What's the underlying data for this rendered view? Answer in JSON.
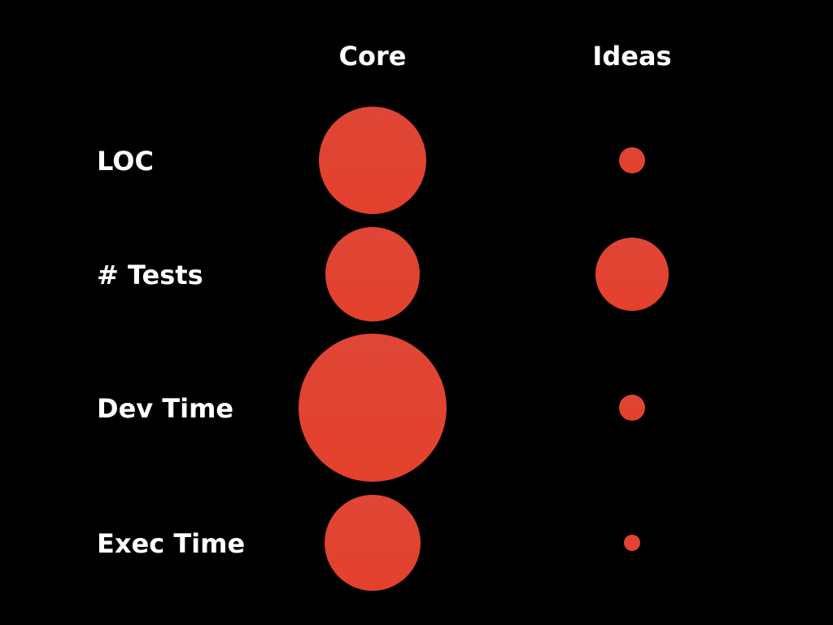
{
  "chart_data": {
    "type": "bubble-matrix",
    "columns": [
      "Core",
      "Ideas"
    ],
    "rows": [
      "LOC",
      "# Tests",
      "Dev Time",
      "Exec Time"
    ],
    "values": [
      [
        66,
        16
      ],
      [
        58,
        45
      ],
      [
        91,
        16
      ],
      [
        59,
        10
      ]
    ],
    "bubble_color": "#e3412c",
    "bubble_color_light": "#df4636",
    "background_color": "#000000",
    "text_color": "#ffffff"
  }
}
